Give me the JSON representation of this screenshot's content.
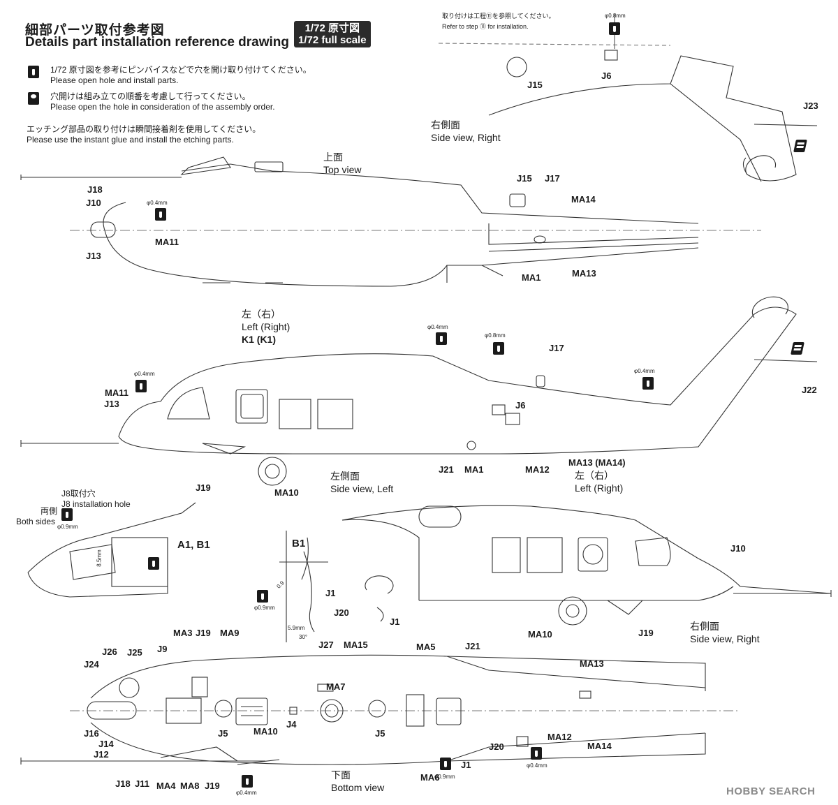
{
  "header": {
    "title_jp": "細部パーツ取付参考図",
    "title_en": "Details part installation reference drawing",
    "scale_jp": "1/72 原寸図",
    "scale_en": "1/72 full scale"
  },
  "notes": [
    {
      "jp": "1/72 原寸図を参考にピンバイスなどで穴を開け取り付けてください。",
      "en": "Please open hole and install parts."
    },
    {
      "jp": "穴開けは組み立ての順番を考慮して行ってください。",
      "en": "Please open the hole in consideration of the assembly order."
    },
    {
      "jp": "エッチング部品の取り付けは瞬間接着剤を使用してください。",
      "en": "Please use the instant glue and install the etching parts."
    }
  ],
  "tail_note": {
    "jp": "取り付けは工程⑪を参照してください。",
    "en": "Refer to step ⑪ for installation."
  },
  "views": {
    "side_right_tail": {
      "jp": "右側面",
      "en": "Side view, Right"
    },
    "top": {
      "jp": "上面",
      "en": "Top view"
    },
    "left_right": {
      "jp": "左（右）",
      "en": "Left (Right)",
      "part": "K1 (K1)"
    },
    "side_left": {
      "jp": "左側面",
      "en": "Side view, Left"
    },
    "left_right2": {
      "jp": "左（右）",
      "en": "Left (Right)"
    },
    "j8": {
      "jp": "J8取付穴",
      "en": "J8 installation hole",
      "both_jp": "両側",
      "both_en": "Both sides"
    },
    "side_right": {
      "jp": "右側面",
      "en": "Side view, Right"
    },
    "bottom": {
      "jp": "下面",
      "en": "Bottom view"
    }
  },
  "drill_sizes": {
    "d04": "φ0.4mm",
    "d08": "φ0.8mm",
    "d09": "φ0.9mm"
  },
  "dims": {
    "a": "5.9mm",
    "b": "30°",
    "c": "8.5mm",
    "d": "0.9"
  },
  "labels": {
    "J15a": "J15",
    "J6a": "J6",
    "J23": "J23",
    "J18a": "J18",
    "J10a": "J10",
    "MA11a": "MA11",
    "J13a": "J13",
    "J15b": "J15",
    "J17a": "J17",
    "MA14a": "MA14",
    "MA1a": "MA1",
    "MA13a": "MA13",
    "MA11b": "MA11",
    "J13b": "J13",
    "J19a": "J19",
    "MA10a": "MA10",
    "J21a": "J21",
    "MA1b": "MA1",
    "MA12a": "MA12",
    "MA13b": "MA13 (MA14)",
    "J6b": "J6",
    "J17b": "J17",
    "J22": "J22",
    "A1B1": "A1, B1",
    "B1": "B1",
    "J1a": "J1",
    "J20a": "J20",
    "J1b": "J1",
    "J10b": "J10",
    "MA10b": "MA10",
    "J19b": "J19",
    "MA3": "MA3",
    "J19c": "J19",
    "MA9": "MA9",
    "J27": "J27",
    "MA15": "MA15",
    "MA5": "MA5",
    "J21b": "J21",
    "J26": "J26",
    "J25": "J25",
    "J9": "J9",
    "J24": "J24",
    "MA7": "MA7",
    "MA13c": "MA13",
    "J16": "J16",
    "J14": "J14",
    "J5a": "J5",
    "J4": "J4",
    "J5b": "J5",
    "MA10c": "MA10",
    "J12": "J12",
    "MA12b": "MA12",
    "J20b": "J20",
    "MA14b": "MA14",
    "J1c": "J1",
    "J18b": "J18",
    "J11": "J11",
    "MA4": "MA4",
    "MA8": "MA8",
    "J19d": "J19",
    "MA6": "MA6"
  },
  "watermark": "HOBBY SEARCH"
}
